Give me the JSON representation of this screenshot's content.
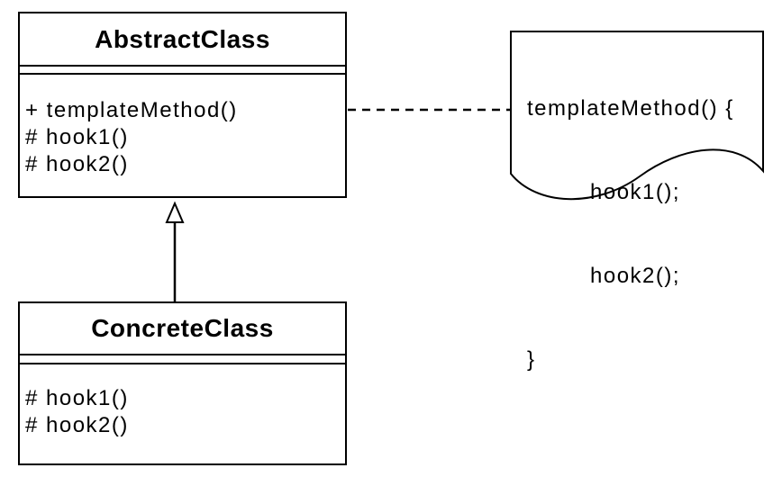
{
  "colors": {
    "stroke": "#000000",
    "background": "#ffffff",
    "text": "#000000"
  },
  "abstract_class": {
    "name": "AbstractClass",
    "methods": [
      "+ templateMethod()",
      "# hook1()",
      "# hook2()"
    ]
  },
  "concrete_class": {
    "name": "ConcreteClass",
    "methods": [
      "# hook1()",
      "# hook2()"
    ]
  },
  "note": {
    "lines": [
      "templateMethod() {",
      "hook1();",
      "hook2();",
      "}"
    ]
  },
  "relationships": {
    "inheritance": "ConcreteClass extends AbstractClass",
    "note_attachment": "note attached to AbstractClass"
  }
}
